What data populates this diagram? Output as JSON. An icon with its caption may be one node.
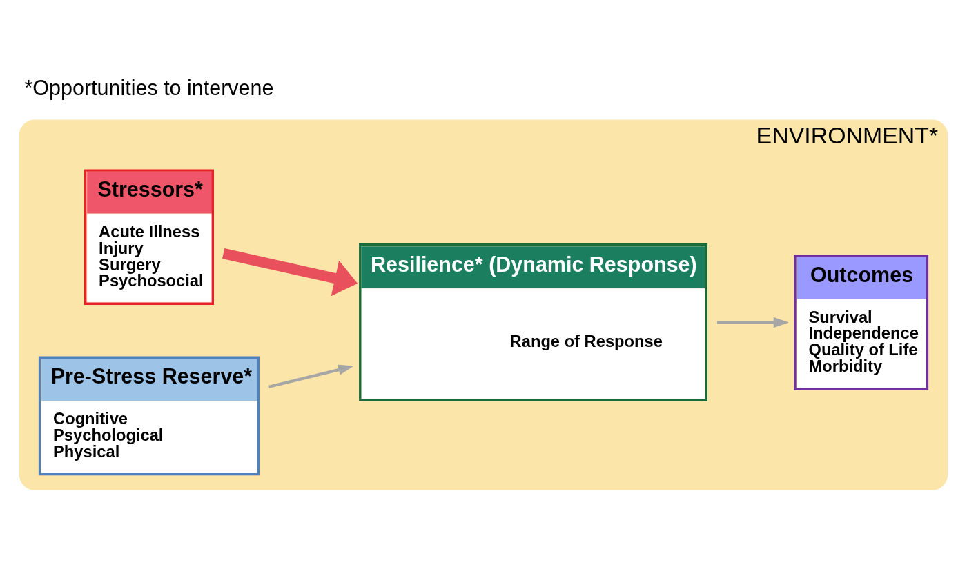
{
  "diagram": {
    "nodes": [
      {
        "text": [
          "ENVIRONMENT*"
        ]
      },
      {
        "text": [
          "Stressors*",
          "Acute Illness",
          "Injury",
          "Surgery",
          "Psychosocial"
        ],
        "in": 0
      },
      {
        "text": [
          "Pre-Stress Reserve*",
          "Cognitive",
          "Psychological",
          "Physical"
        ],
        "in": 0
      },
      {
        "text": [
          "Resilience* (Dynamic Response)",
          "Range of Response"
        ],
        "in": 0
      },
      {
        "text": [
          "Outcomes",
          "Survival",
          "Independence",
          "Quality of Life",
          "Morbidity"
        ],
        "in": 0
      }
    ],
    "edges": [
      {
        "from": 1,
        "to": 3,
        "arrow": "to",
        "style": "thick",
        "color": "#e8505b"
      },
      {
        "from": 2,
        "to": 3,
        "arrow": "to"
      },
      {
        "from": 3,
        "to": 4,
        "arrow": "to"
      }
    ],
    "labels": [
      "*Opportunities to intervene"
    ]
  }
}
